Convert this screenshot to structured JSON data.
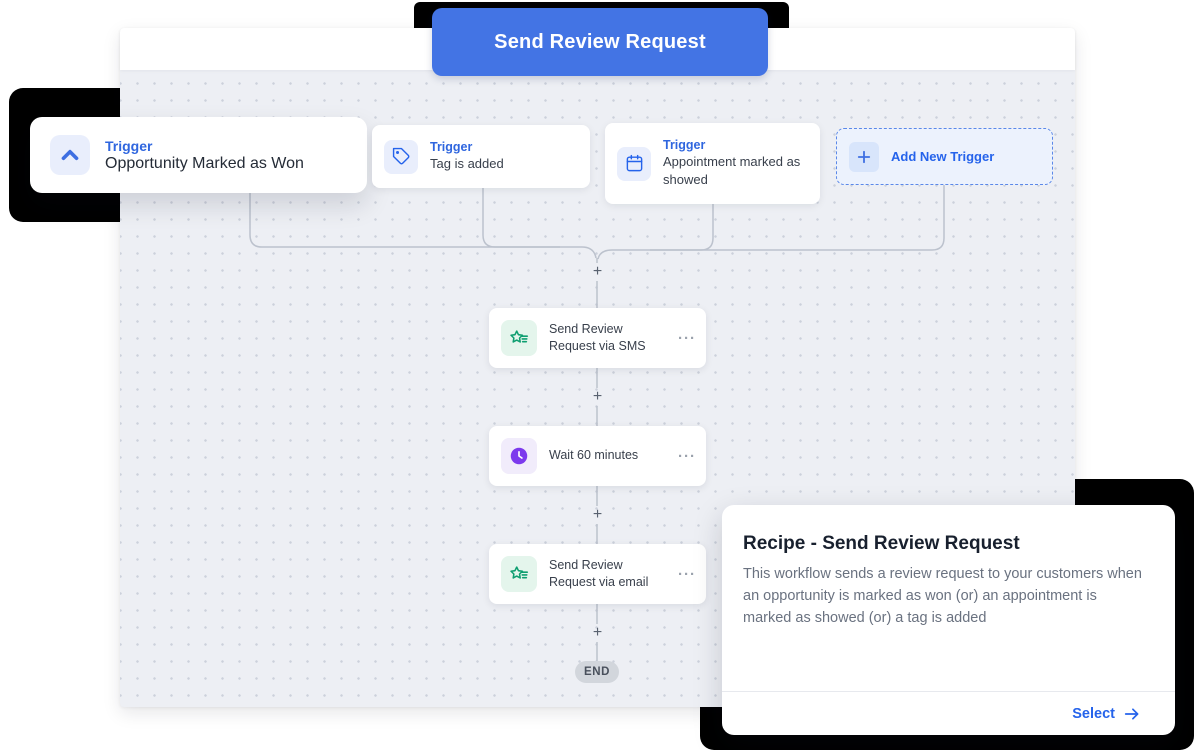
{
  "banner": {
    "label": "Send Review Request"
  },
  "triggers": [
    {
      "kind": "Trigger",
      "label": "Opportunity Marked as Won",
      "icon": "chevron-up-icon"
    },
    {
      "kind": "Trigger",
      "label": "Tag is added",
      "icon": "tag-icon"
    },
    {
      "kind": "Trigger",
      "label": "Appointment marked as showed",
      "icon": "calendar-icon"
    }
  ],
  "add_trigger": {
    "label": "Add New Trigger",
    "icon": "plus-icon"
  },
  "nodes": [
    {
      "label": "Send Review Request via SMS",
      "icon": "review-star-icon",
      "menu_label": "···"
    },
    {
      "label": "Wait 60 minutes",
      "icon": "clock-icon",
      "menu_label": "···"
    },
    {
      "label": "Send Review Request via email",
      "icon": "review-star-icon",
      "menu_label": "···"
    }
  ],
  "connector": {
    "plus_label": "+"
  },
  "end_badge": {
    "label": "END"
  },
  "recipe": {
    "title": "Recipe - Send Review Request",
    "description": "This workflow sends a review request to your customers when an opportunity is marked as won (or) an appointment is marked as showed (or) a tag is added",
    "action_label": "Select",
    "action_icon": "arrow-right-icon"
  },
  "colors": {
    "banner_blue": "#4374e4",
    "trigger_blue": "#2563eb",
    "icon_green": "#0e9e70",
    "icon_purple": "#7c3aed",
    "connector_gray": "#bcc2cd",
    "canvas_bg": "#edeff4",
    "accent_black": "#000000"
  }
}
